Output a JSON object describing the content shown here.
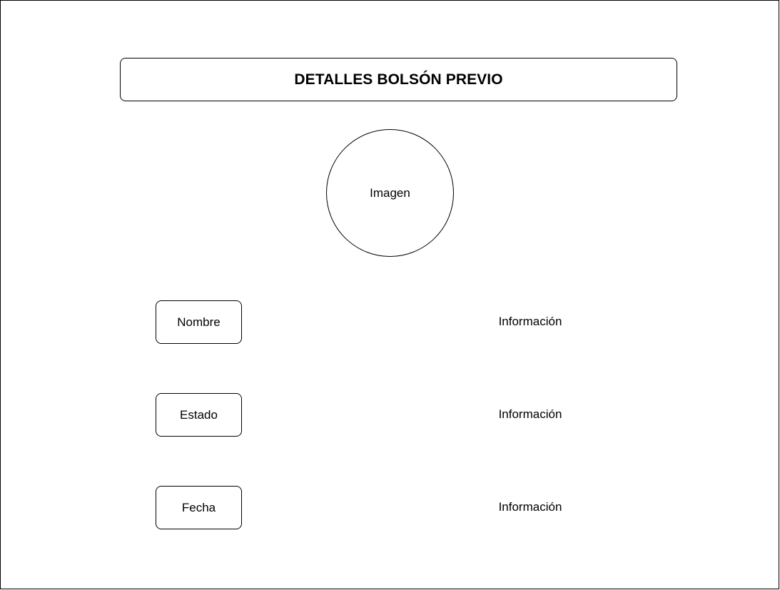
{
  "header": {
    "title": "DETALLES BOLSÓN PREVIO"
  },
  "image": {
    "label": "Imagen"
  },
  "fields": [
    {
      "label": "Nombre",
      "value": "Información"
    },
    {
      "label": "Estado",
      "value": "Información"
    },
    {
      "label": "Fecha",
      "value": "Información"
    }
  ]
}
